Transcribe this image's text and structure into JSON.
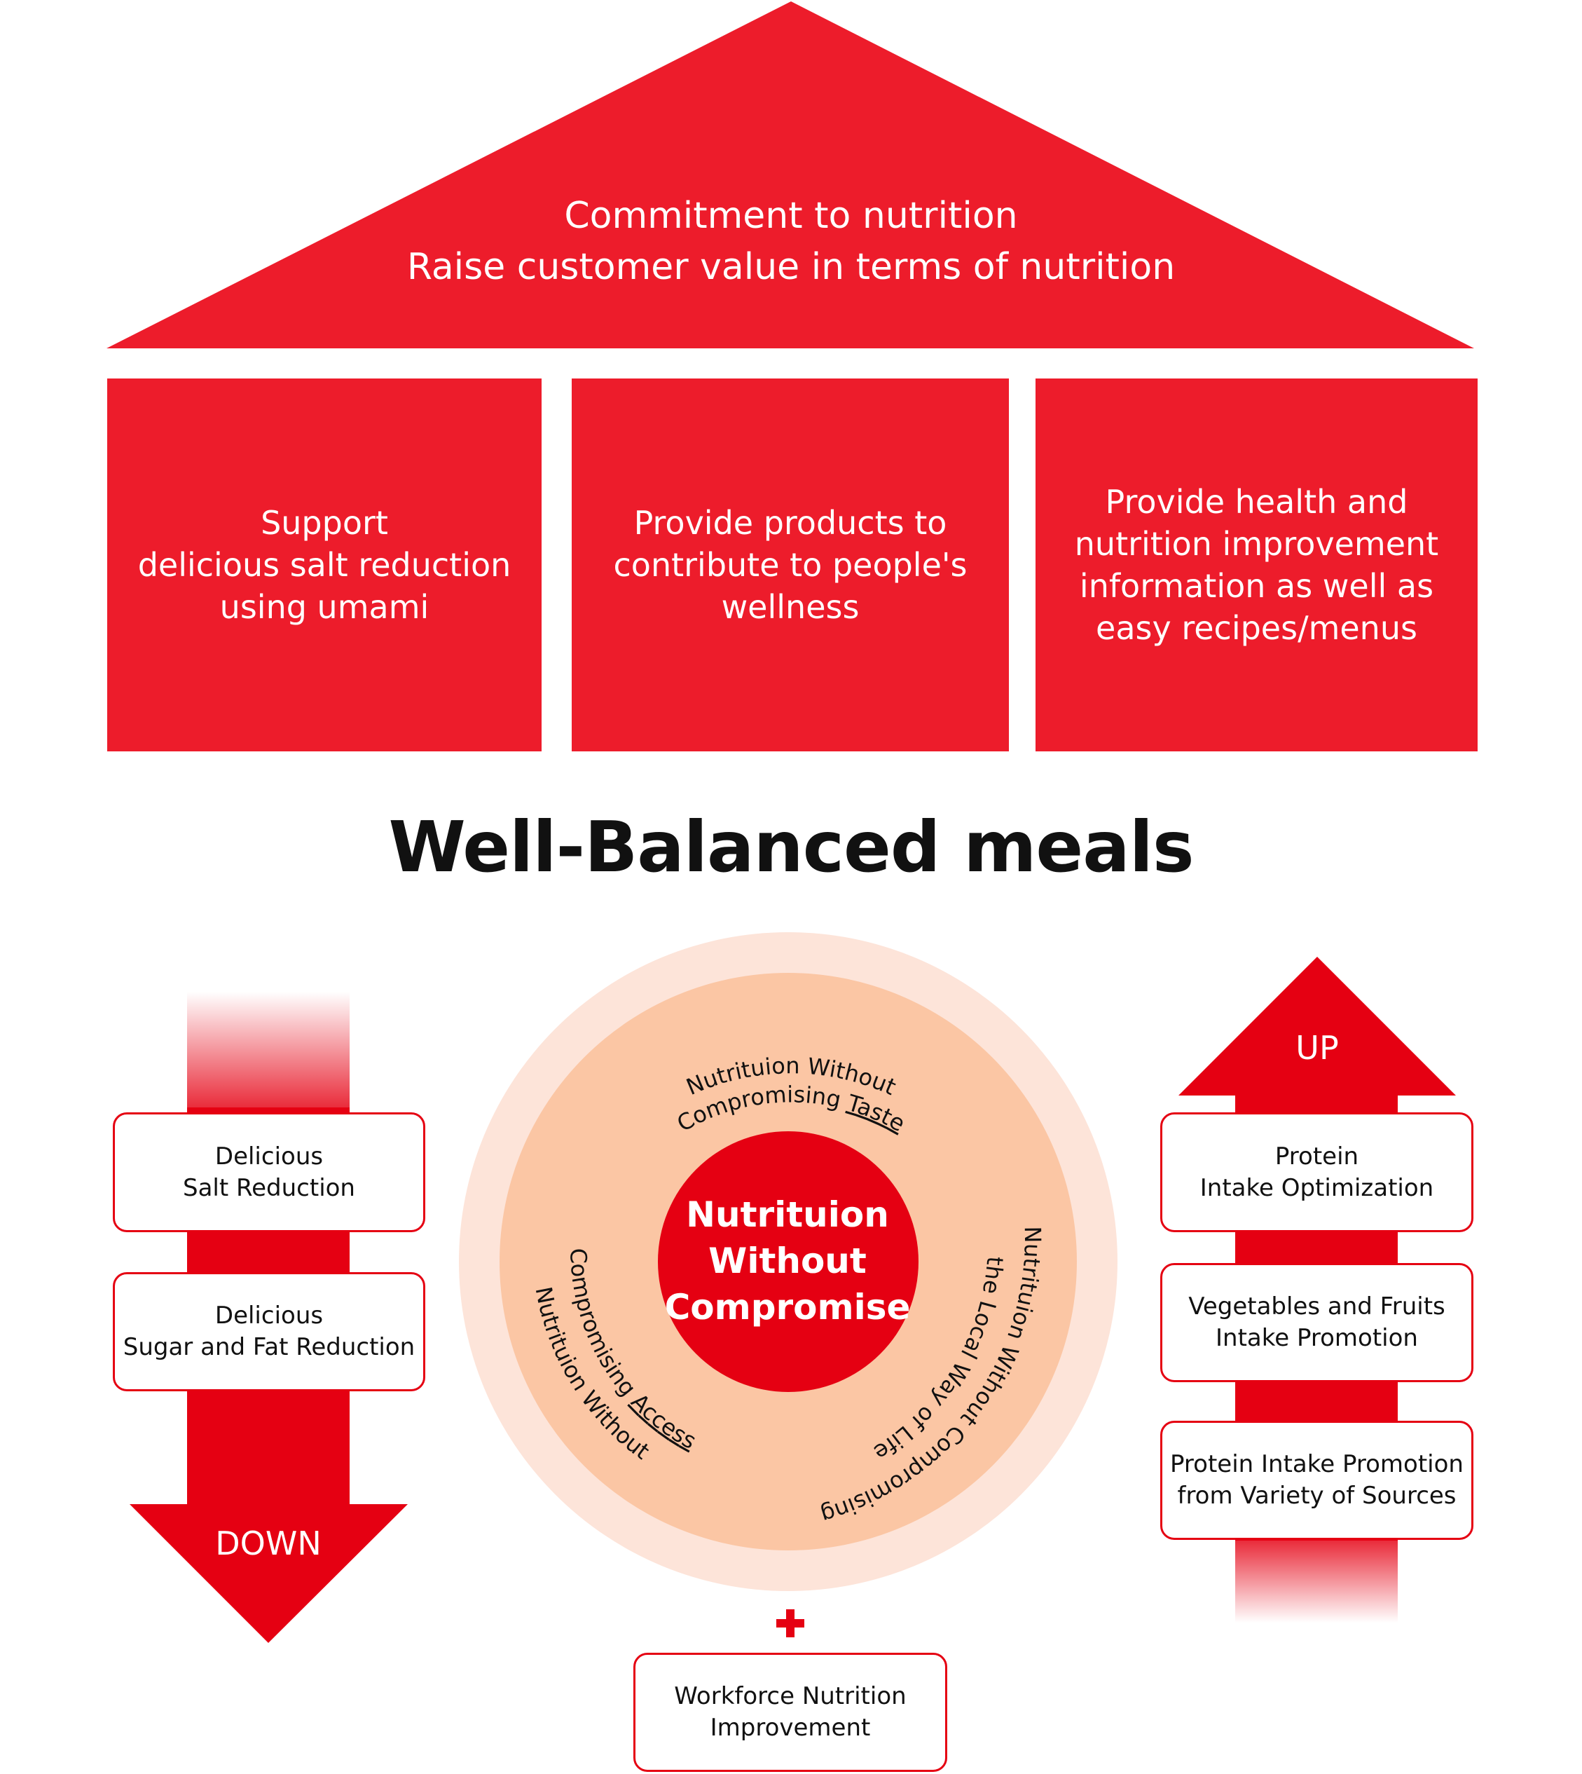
{
  "colors": {
    "primary_red": "#ed1c2b",
    "arrow_red": "#e50012",
    "outer_ring": "#fde4d9",
    "inner_disc": "#fbc6a4",
    "text_dark": "#111111"
  },
  "roof": {
    "line1": "Commitment to nutrition",
    "line2": "Raise customer value in terms of nutrition"
  },
  "pillars": [
    {
      "text": "Support\ndelicious salt reduction\nusing umami"
    },
    {
      "text": "Provide products to\ncontribute to people's\nwellness"
    },
    {
      "text": "Provide health and\nnutrition improvement\ninformation as well as\neasy recipes/menus"
    }
  ],
  "heading": "Well-Balanced meals",
  "down_arrow": {
    "label": "DOWN",
    "items": [
      {
        "text": "Delicious\nSalt Reduction"
      },
      {
        "text": "Delicious\nSugar and Fat Reduction"
      }
    ]
  },
  "up_arrow": {
    "label": "UP",
    "items": [
      {
        "text": "Protein\nIntake Optimization"
      },
      {
        "text": "Vegetables and Fruits\nIntake Promotion"
      },
      {
        "text": "Protein Intake Promotion\nfrom Variety of Sources"
      }
    ]
  },
  "circle": {
    "center": "Nutrituion\nWithout\nCompromise",
    "taste": {
      "line1": "Nutrituion Without",
      "line2_prefix": "Compromising ",
      "line2_keyword": "Taste"
    },
    "access": {
      "line1": "Compromising ",
      "line1_keyword": "Access",
      "line2": "Nutrituion Without"
    },
    "local": {
      "line1": "Nutrituion Without Compromising",
      "line2": "the Local Way of Life"
    }
  },
  "workforce": {
    "text": "Workforce Nutrition\nImprovement"
  }
}
